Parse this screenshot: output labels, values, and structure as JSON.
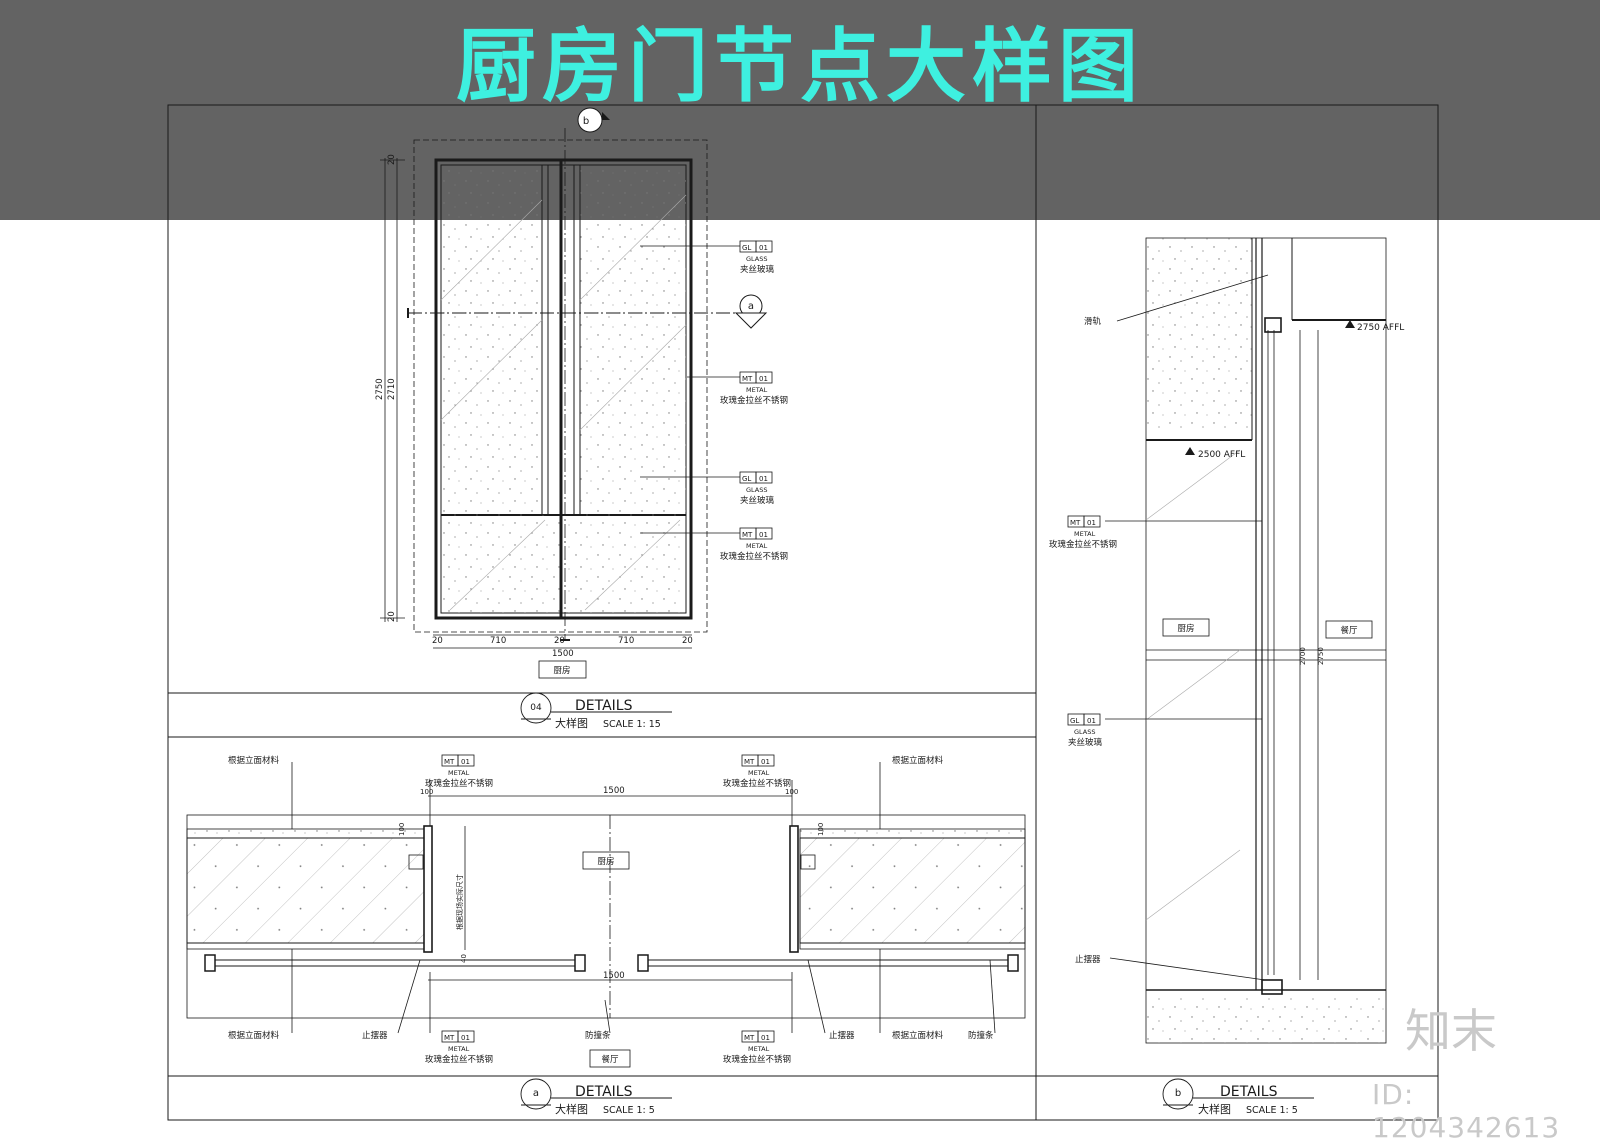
{
  "title": "厨房门节点大样图",
  "colors": {
    "banner": "#636363",
    "title": "#3ef0e0",
    "line": "#1a1a1a",
    "watermark": "#c9c9c9"
  },
  "markers": {
    "elevation_ref": "b",
    "section_ref": "a"
  },
  "elevation": {
    "dims": {
      "height_outer": "2750",
      "height_inner": "2710",
      "top": "20",
      "bottom": "20",
      "w1": "710",
      "w2": "710",
      "mid": "20",
      "side": "20",
      "side2": "20",
      "total": "1500"
    },
    "room": "厨房",
    "callouts": [
      {
        "code": "GL",
        "num": "01",
        "type": "GLASS",
        "desc": "夹丝玻璃"
      },
      {
        "code": "MT",
        "num": "01",
        "type": "METAL",
        "desc": "玫瑰金拉丝不锈钢"
      },
      {
        "code": "GL",
        "num": "01",
        "type": "GLASS",
        "desc": "夹丝玻璃"
      },
      {
        "code": "MT",
        "num": "01",
        "type": "METAL",
        "desc": "玫瑰金拉丝不锈钢"
      }
    ],
    "title": {
      "num": "04",
      "en": "DETAILS",
      "zh": "大样图",
      "scale": "SCALE  1:  15"
    }
  },
  "plan": {
    "top_left_label": "根据立面材料",
    "top_right_label": "根据立面材料",
    "mt_code": "MT",
    "mt_num": "01",
    "mt_type": "METAL",
    "mt_desc": "玫瑰金拉丝不锈钢",
    "dim_top": "1500",
    "dim_bottom": "1500",
    "dim_small_l": "100",
    "dim_small_r": "100",
    "dim_wall": "100",
    "dim_wall_r": "100",
    "dim_depth": "根据现场实际尺寸",
    "dim_40": "40",
    "room_kitchen": "厨房",
    "room_dining": "餐厅",
    "stopper": "止摆器",
    "stopper_r": "止摆器",
    "guard": "防撞条",
    "bottom_left_label": "根据立面材料",
    "bottom_right_label": "根据立面材料",
    "guard_r": "防撞条",
    "title": {
      "num": "a",
      "en": "DETAILS",
      "zh": "大样图",
      "scale": "SCALE  1:  5"
    }
  },
  "section": {
    "rail": "滑轨",
    "level_top": "2750 AFFL",
    "level_low": "2500 AFFL",
    "room_kitchen": "厨房",
    "room_dining": "餐厅",
    "dim_a": "2700",
    "dim_b": "2750",
    "mt_code": "MT",
    "mt_num": "01",
    "mt_type": "METAL",
    "mt_desc": "玫瑰金拉丝不锈钢",
    "gl_code": "GL",
    "gl_num": "01",
    "gl_type": "GLASS",
    "gl_desc": "夹丝玻璃",
    "stopper": "止摆器",
    "title": {
      "num": "b",
      "en": "DETAILS",
      "zh": "大样图",
      "scale": "SCALE  1:  5"
    }
  },
  "brand": "知末",
  "image_id": "ID: 1204342613"
}
